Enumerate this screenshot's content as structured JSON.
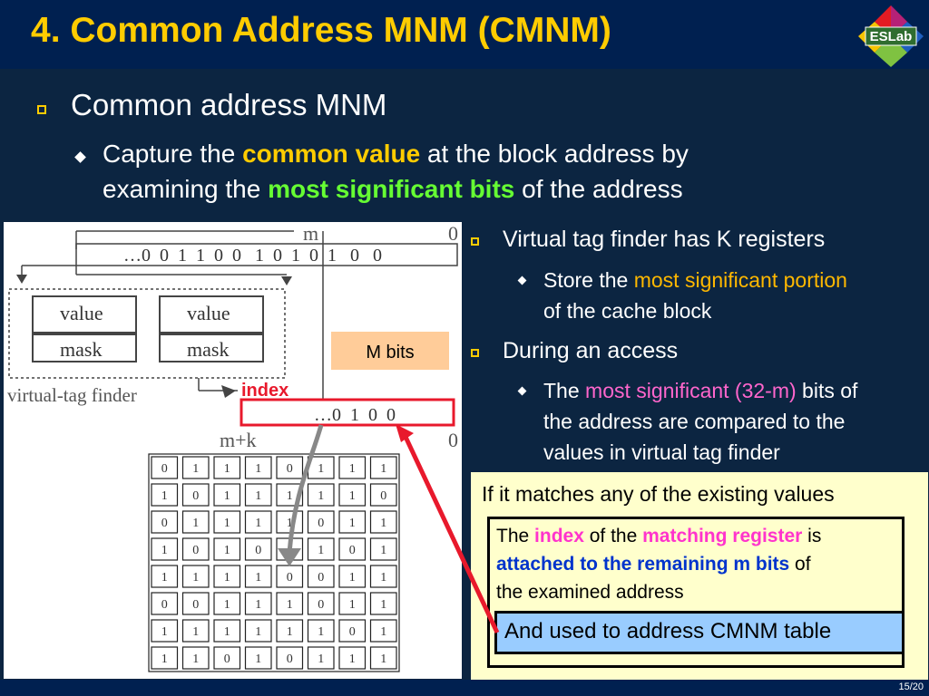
{
  "title": "4. Common Address MNM (CMNM)",
  "logo_text": "ESLab",
  "bullets": {
    "l1": "Common address MNM",
    "l2_line1_a": "Capture the ",
    "l2_line1_b": "common value",
    "l2_line1_c": " at the block address by",
    "l2_line2_a": "examining the ",
    "l2_line2_b": "most significant bits",
    "l2_line2_c": " of the address"
  },
  "right": {
    "r1": "Virtual tag finder has K registers",
    "r1_sub_a": "Store the ",
    "r1_sub_b": "most significant portion",
    "r1_sub_line2": "of the cache block",
    "r2": "During an access",
    "r2_sub_a": "The ",
    "r2_sub_b": "most significant (32-m)",
    "r2_sub_c": " bits of",
    "r2_sub_line2": "the address are compared to the",
    "r2_sub_line3": "values in virtual tag finder"
  },
  "box_outer": "If it matches any of the existing values",
  "box_inner": {
    "a": "The ",
    "b": "index",
    "c": " of the ",
    "d": "matching register",
    "e": " is",
    "f": "attached to the remaining m bits",
    "g": " of",
    "h": "the examined address"
  },
  "box_blue": "And used to address CMNM table",
  "diagram": {
    "m_label": "m",
    "zero_top": "0",
    "address_bits": "…0  0  1  1  0  0   1  0  1  0  1   0   0",
    "value_label": "value",
    "mask_label": "mask",
    "finder_label": "virtual-tag finder",
    "mbits_label": "M bits",
    "index_label": "index",
    "index_bits": "…0  1  0  0",
    "mk_label": "m+k",
    "zero_bottom": "0",
    "table": [
      [
        "0",
        "1",
        "1",
        "1",
        "0",
        "1",
        "1",
        "1"
      ],
      [
        "1",
        "0",
        "1",
        "1",
        "1",
        "1",
        "1",
        "0"
      ],
      [
        "0",
        "1",
        "1",
        "1",
        "1",
        "0",
        "1",
        "1"
      ],
      [
        "1",
        "0",
        "1",
        "0",
        "",
        "1",
        "0",
        "1"
      ],
      [
        "1",
        "1",
        "1",
        "1",
        "0",
        "0",
        "1",
        "1"
      ],
      [
        "0",
        "0",
        "1",
        "1",
        "1",
        "0",
        "1",
        "1"
      ],
      [
        "1",
        "1",
        "1",
        "1",
        "1",
        "1",
        "0",
        "1"
      ],
      [
        "1",
        "1",
        "0",
        "1",
        "0",
        "1",
        "1",
        "1"
      ]
    ]
  },
  "page_number": "15/20",
  "colors": {
    "background": "#0c2541",
    "title": "#ffcc00",
    "highlight_green": "#66ff33",
    "highlight_orange": "#ffb800",
    "highlight_pink": "#ff66cc",
    "arrow_red": "#e8192c"
  }
}
